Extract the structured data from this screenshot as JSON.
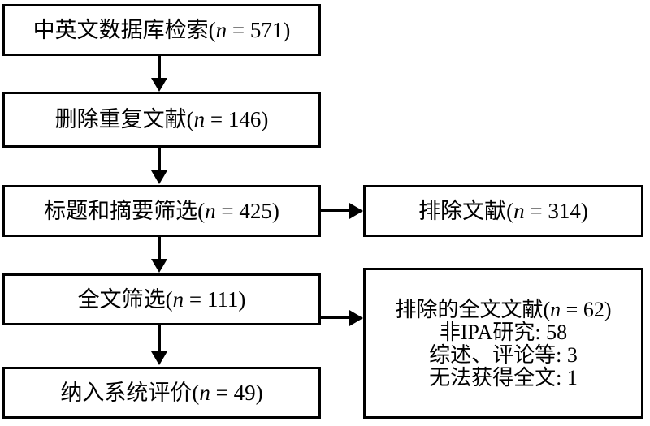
{
  "diagram": {
    "type": "prisma-flow-diagram",
    "language": "zh",
    "colors": {
      "stroke": "#000000",
      "fill": "#ffffff",
      "text": "#000000"
    },
    "main_column": [
      {
        "id": "identification",
        "label_prefix": "中英文数据库检索(",
        "var": "n",
        "eq": " = ",
        "count": "571",
        "label_suffix": ")",
        "full_text": "中英文数据库检索(n = 571)"
      },
      {
        "id": "duplicates-removed",
        "label_prefix": "删除重复文献(",
        "var": "n",
        "eq": " = ",
        "count": "146",
        "label_suffix": ")",
        "full_text": "删除重复文献(n = 146)"
      },
      {
        "id": "title-abstract-screening",
        "label_prefix": "标题和摘要筛选(",
        "var": "n",
        "eq": " = ",
        "count": "425",
        "label_suffix": ")",
        "full_text": "标题和摘要筛选(n = 425)"
      },
      {
        "id": "fulltext-screening",
        "label_prefix": "全文筛选(",
        "var": "n",
        "eq": " = ",
        "count": "111",
        "label_suffix": ")",
        "full_text": "全文筛选(n = 111)"
      },
      {
        "id": "included",
        "label_prefix": "纳入系统评价(",
        "var": "n",
        "eq": " = ",
        "count": "49",
        "label_suffix": ")",
        "full_text": "纳入系统评价(n = 49)"
      }
    ],
    "side_column": [
      {
        "id": "excluded-records",
        "label_prefix": "排除文献(",
        "var": "n",
        "eq": " = ",
        "count": "314",
        "label_suffix": ")",
        "full_text": "排除文献(n = 314)"
      },
      {
        "id": "excluded-fulltext",
        "header_prefix": "排除的全文文献(",
        "var": "n",
        "eq": " = ",
        "header_count": "62",
        "header_suffix": ")",
        "header_full_text": "排除的全文文献(n = 62)",
        "reasons": [
          {
            "label": "非IPA研究: ",
            "value": "58",
            "full_text": "非IPA研究: 58"
          },
          {
            "label": "综述、评论等: ",
            "value": "3",
            "full_text": "综述、评论等: 3"
          },
          {
            "label": "无法获得全文: ",
            "value": "1",
            "full_text": "无法获得全文: 1"
          }
        ]
      }
    ]
  }
}
